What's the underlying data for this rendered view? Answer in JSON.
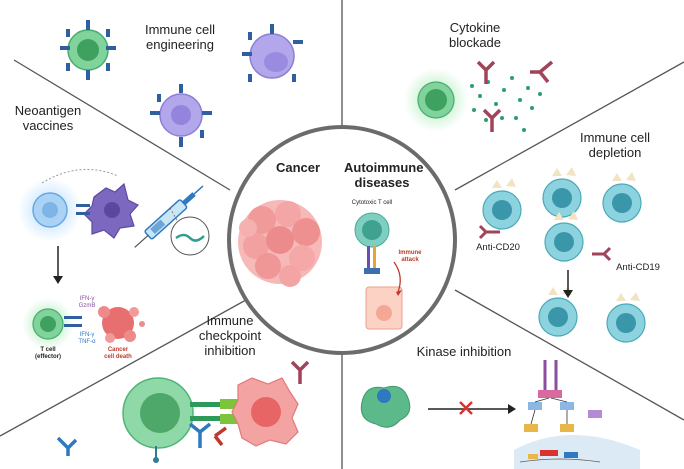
{
  "labels": {
    "immune_cell_engineering": [
      "Immune cell",
      "engineering"
    ],
    "neoantigen_vaccines": [
      "Neoantigen",
      "vaccines"
    ],
    "immune_checkpoint_inhibition": [
      "Immune",
      "checkpoint",
      "inhibition"
    ],
    "cytokine_blockade": [
      "Cytokine",
      "blockade"
    ],
    "immune_cell_depletion": [
      "Immune cell",
      "depletion"
    ],
    "kinase_inhibition": "Kinase inhibition",
    "cancer": "Cancer",
    "autoimmune_diseases": [
      "Autoimmune",
      "diseases"
    ],
    "anti_cd20": "Anti-CD20",
    "anti_cd19": "Anti-CD19",
    "cytotoxic_t_cell": "Cytotoxic T cell",
    "immune_attack": [
      "Immune",
      "attack"
    ],
    "t_cell_effector": [
      "T cell",
      "(effector)"
    ],
    "cancer_cell_death": [
      "Cancer",
      "cell death"
    ],
    "ifn_g_top": [
      "IFN-γ",
      "GzmB"
    ],
    "ifn_g_bottom": [
      "IFN-γ",
      "TNF-α"
    ]
  },
  "colors": {
    "green_cell": "#7fd39b",
    "purple_cell": "#a99be6",
    "teal_cell": "#5bb8c9",
    "cancer_cell": "#f08b8b",
    "antibody": "#a1445a",
    "receptor": "#2f5f9e",
    "divider": "#555555",
    "circle_border": "#666666"
  },
  "icons": [
    "syringe-icon",
    "antibody-icon",
    "tumor-icon",
    "t-cell-icon",
    "red-x-icon",
    "arrow-icon",
    "kinase-icon",
    "signaling-pathway-icon",
    "dna-strand-icon"
  ]
}
